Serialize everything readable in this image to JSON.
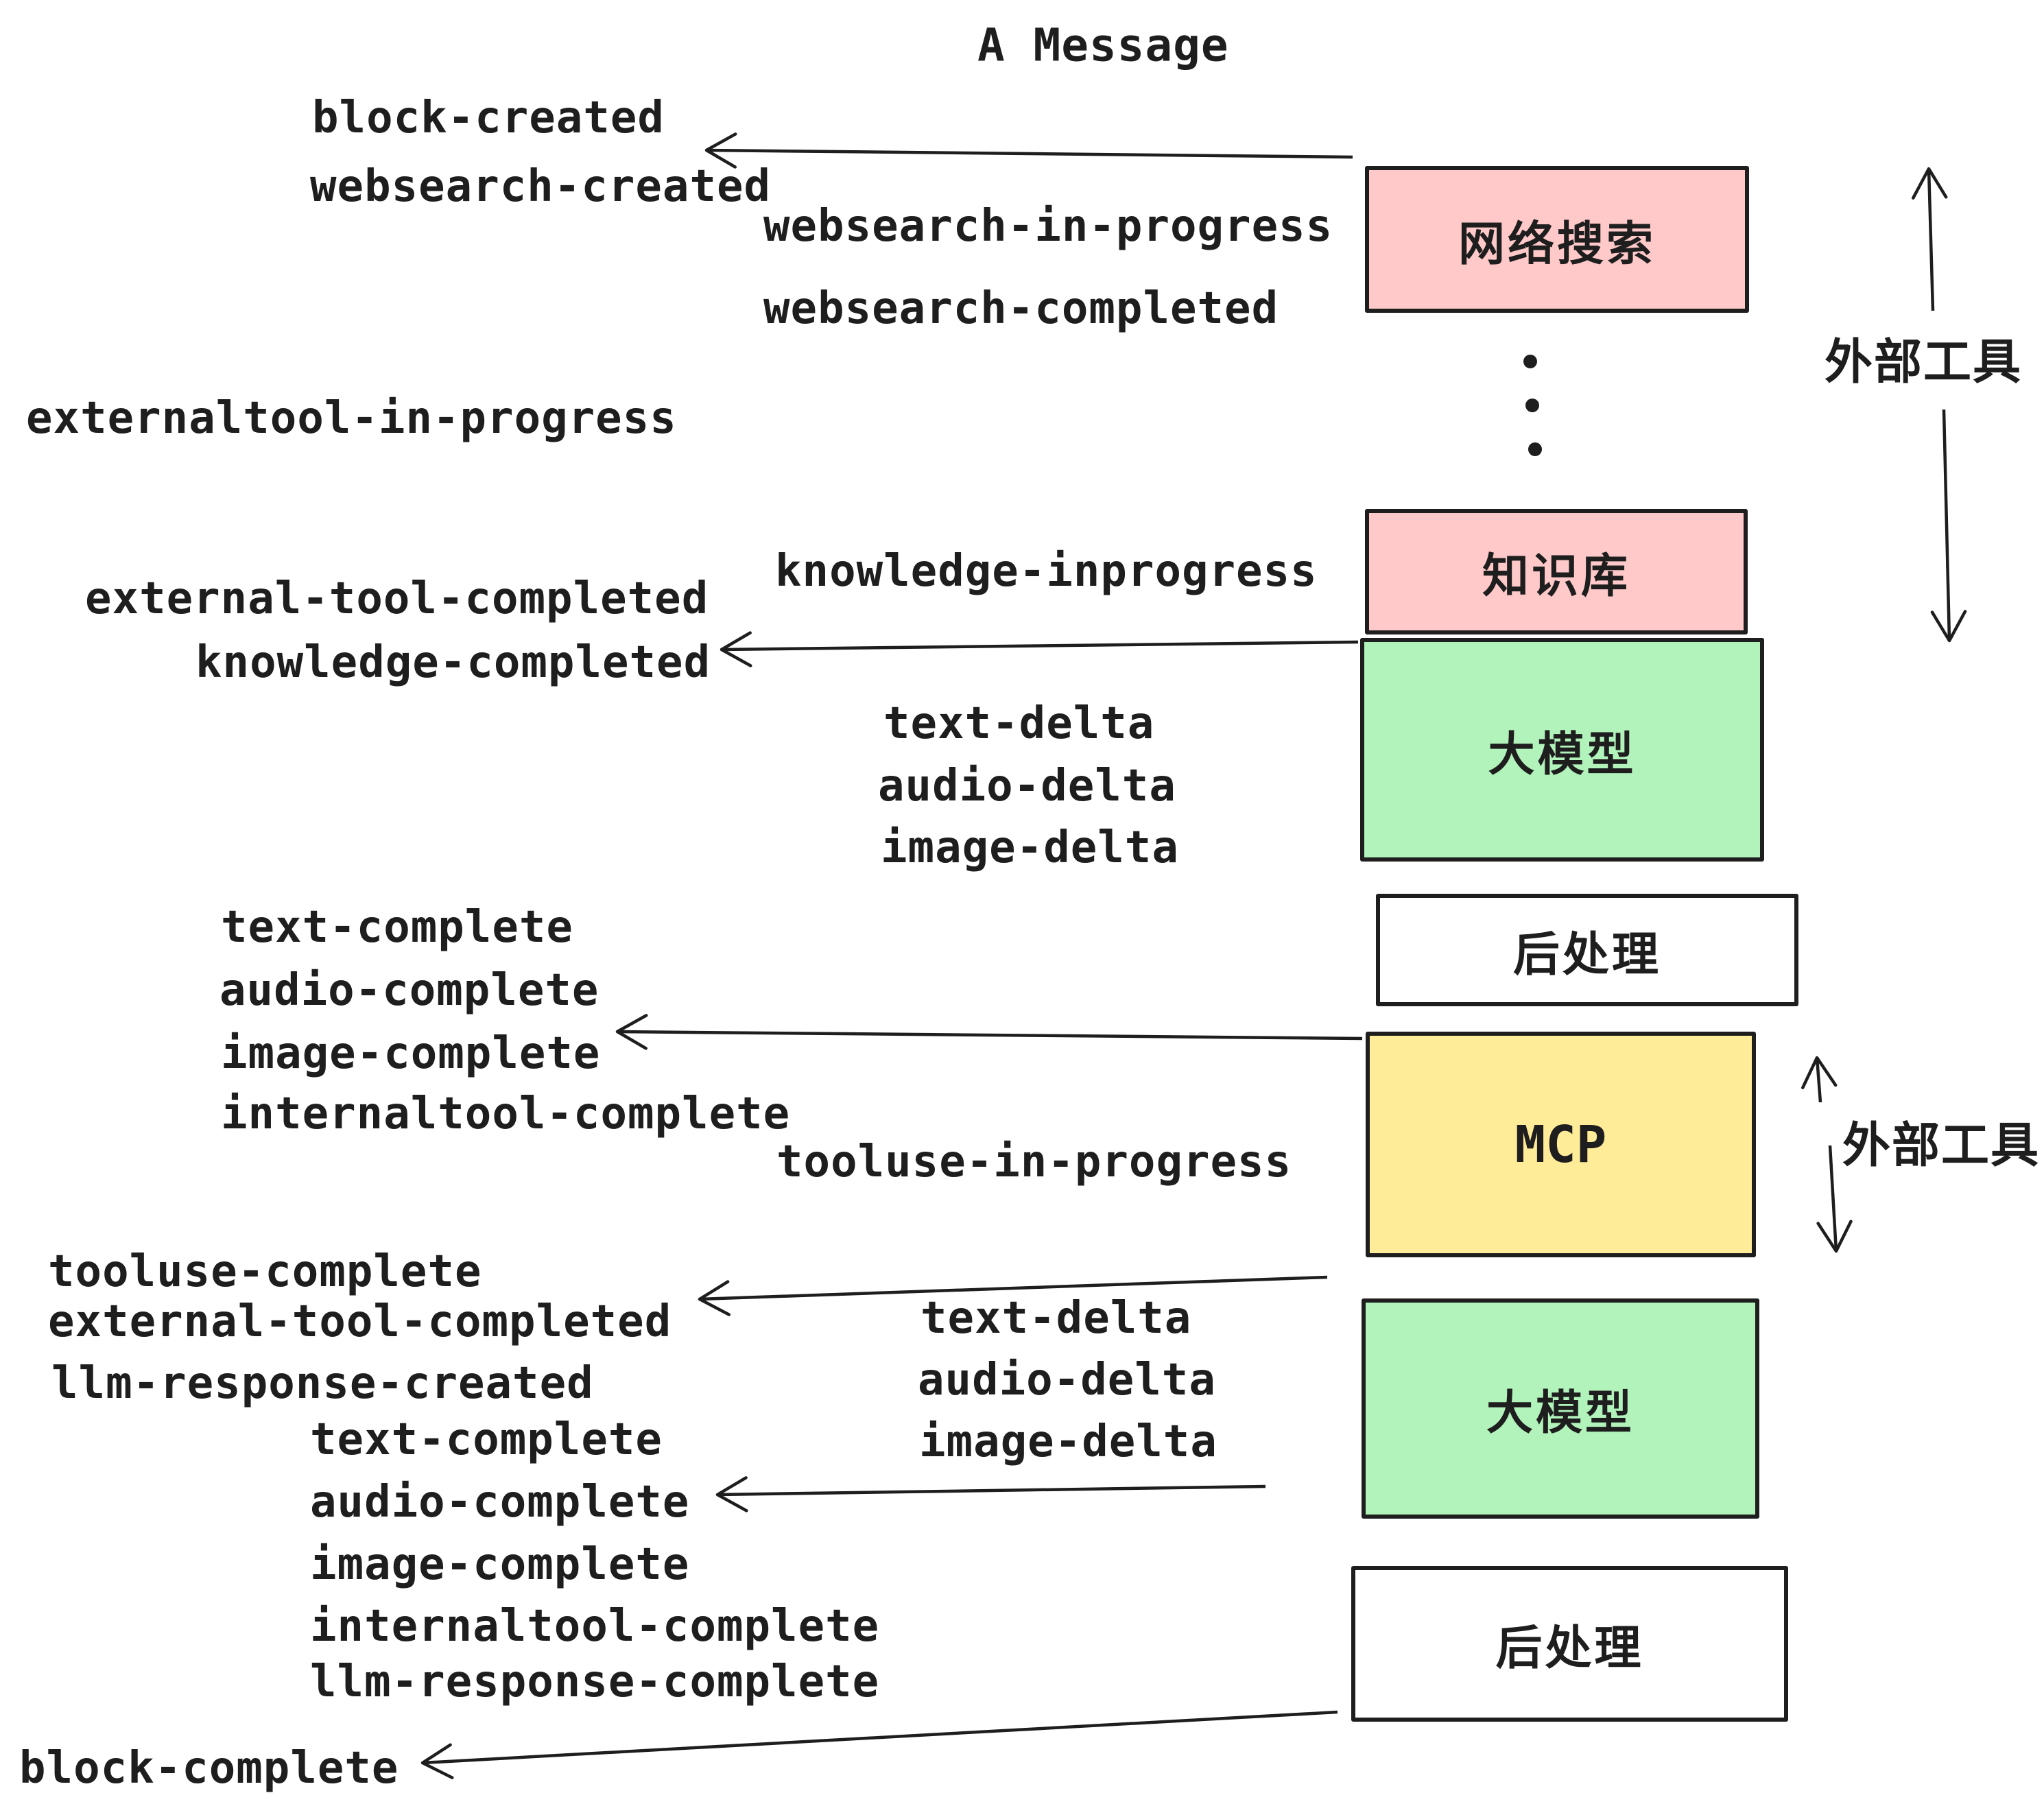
{
  "title": "A Message",
  "colors": {
    "stroke": "#1e1e1e",
    "pink": "#ffc9c9",
    "green": "#b2f2bb",
    "yellow": "#ffec99",
    "white": "#ffffff"
  },
  "events": {
    "block_created": "block-created",
    "websearch_created": "websearch-created",
    "websearch_in_progress": "websearch-in-progress",
    "websearch_completed": "websearch-completed",
    "externaltool_in_progress": "externaltool-in-progress",
    "knowledge_inprogress": "knowledge-inprogress",
    "external_tool_completed": "external-tool-completed",
    "knowledge_completed": "knowledge-completed",
    "text_delta": "text-delta",
    "audio_delta": "audio-delta",
    "image_delta": "image-delta",
    "text_complete": "text-complete",
    "audio_complete": "audio-complete",
    "image_complete": "image-complete",
    "internaltool_complete": "internaltool-complete",
    "tooluse_in_progress": "tooluse-in-progress",
    "tooluse_complete": "tooluse-complete",
    "llm_response_created": "llm-response-created",
    "llm_response_complete": "llm-response-complete",
    "block_complete": "block-complete"
  },
  "boxes": {
    "websearch": {
      "label": "网络搜索",
      "fill": "#ffc9c9"
    },
    "knowledge": {
      "label": "知识库",
      "fill": "#ffc9c9"
    },
    "llm_top": {
      "label": "大模型",
      "fill": "#b2f2bb"
    },
    "post_top": {
      "label": "后处理",
      "fill": "#ffffff"
    },
    "mcp": {
      "label": "MCP",
      "fill": "#ffec99"
    },
    "llm_bottom": {
      "label": "大模型",
      "fill": "#b2f2bb"
    },
    "post_bottom": {
      "label": "后处理",
      "fill": "#ffffff"
    }
  },
  "side_labels": {
    "external_tools_top": "外部工具",
    "external_tools_bottom": "外部工具"
  }
}
